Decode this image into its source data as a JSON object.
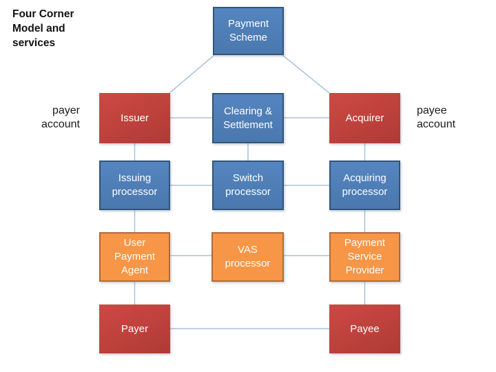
{
  "slide": {
    "title": "Four Corner\nModel and\nservices",
    "side_labels": {
      "payer_account": "payer\naccount",
      "payee_account": "payee\naccount"
    }
  },
  "colors": {
    "blue_fill_top": "#5585c0",
    "blue_fill_bottom": "#4a78ae",
    "blue_border": "#2f5579",
    "red_fill_top": "#cd4944",
    "red_fill_bottom": "#b03a36",
    "orange_fill": "#f79646",
    "orange_border": "#b06a3a",
    "connector": "#a8c1de",
    "text_light": "#ffffff",
    "text_dark": "#1a1a1a"
  },
  "nodes": [
    {
      "id": "payment-scheme",
      "label": "Payment\nScheme",
      "color": "blue"
    },
    {
      "id": "issuer",
      "label": "Issuer",
      "color": "red"
    },
    {
      "id": "clearing-settlement",
      "label": "Clearing &\nSettlement",
      "color": "blue"
    },
    {
      "id": "acquirer",
      "label": "Acquirer",
      "color": "red"
    },
    {
      "id": "issuing-processor",
      "label": "Issuing\nprocessor",
      "color": "blue"
    },
    {
      "id": "switch-processor",
      "label": "Switch\nprocessor",
      "color": "blue"
    },
    {
      "id": "acquiring-processor",
      "label": "Acquiring\nprocessor",
      "color": "blue"
    },
    {
      "id": "user-payment-agent",
      "label": "User\nPayment\nAgent",
      "color": "orange"
    },
    {
      "id": "vas-processor",
      "label": "VAS\nprocessor",
      "color": "orange"
    },
    {
      "id": "payment-service-provider",
      "label": "Payment\nService\nProvider",
      "color": "orange"
    },
    {
      "id": "payer",
      "label": "Payer",
      "color": "red"
    },
    {
      "id": "payee",
      "label": "Payee",
      "color": "red"
    }
  ]
}
